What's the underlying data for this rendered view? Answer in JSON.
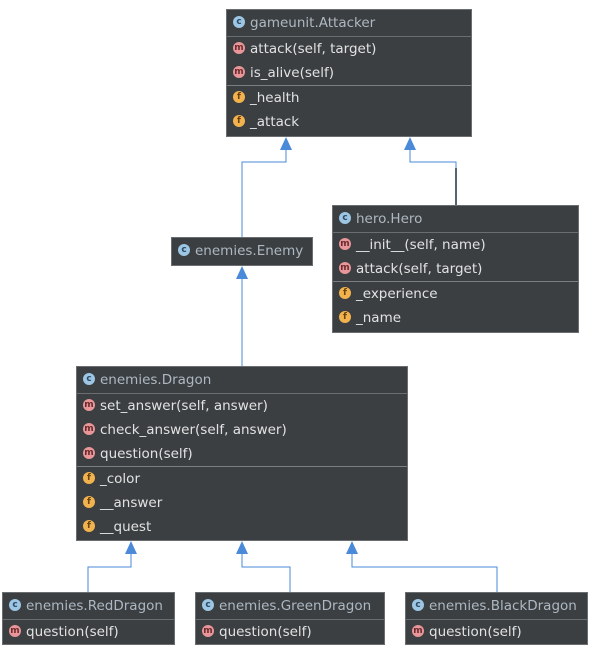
{
  "badges": {
    "class": "c",
    "method": "m",
    "field": "f"
  },
  "colors": {
    "box_bg": "#3b3f42",
    "connector": "#4a8ad8",
    "class_name": "#aeb8c2"
  },
  "classes": {
    "attacker": {
      "name": "gameunit.Attacker",
      "methods": [
        "attack(self, target)",
        "is_alive(self)"
      ],
      "fields": [
        "_health",
        "_attack"
      ]
    },
    "enemy": {
      "name": "enemies.Enemy"
    },
    "hero": {
      "name": "hero.Hero",
      "methods": [
        "__init__(self, name)",
        "attack(self, target)"
      ],
      "fields": [
        "_experience",
        "_name"
      ]
    },
    "dragon": {
      "name": "enemies.Dragon",
      "methods": [
        "set_answer(self, answer)",
        "check_answer(self, answer)",
        "question(self)"
      ],
      "fields": [
        "_color",
        "__answer",
        "__quest"
      ]
    },
    "red": {
      "name": "enemies.RedDragon",
      "methods": [
        "question(self)"
      ]
    },
    "green": {
      "name": "enemies.GreenDragon",
      "methods": [
        "question(self)"
      ]
    },
    "black": {
      "name": "enemies.BlackDragon",
      "methods": [
        "question(self)"
      ]
    }
  }
}
